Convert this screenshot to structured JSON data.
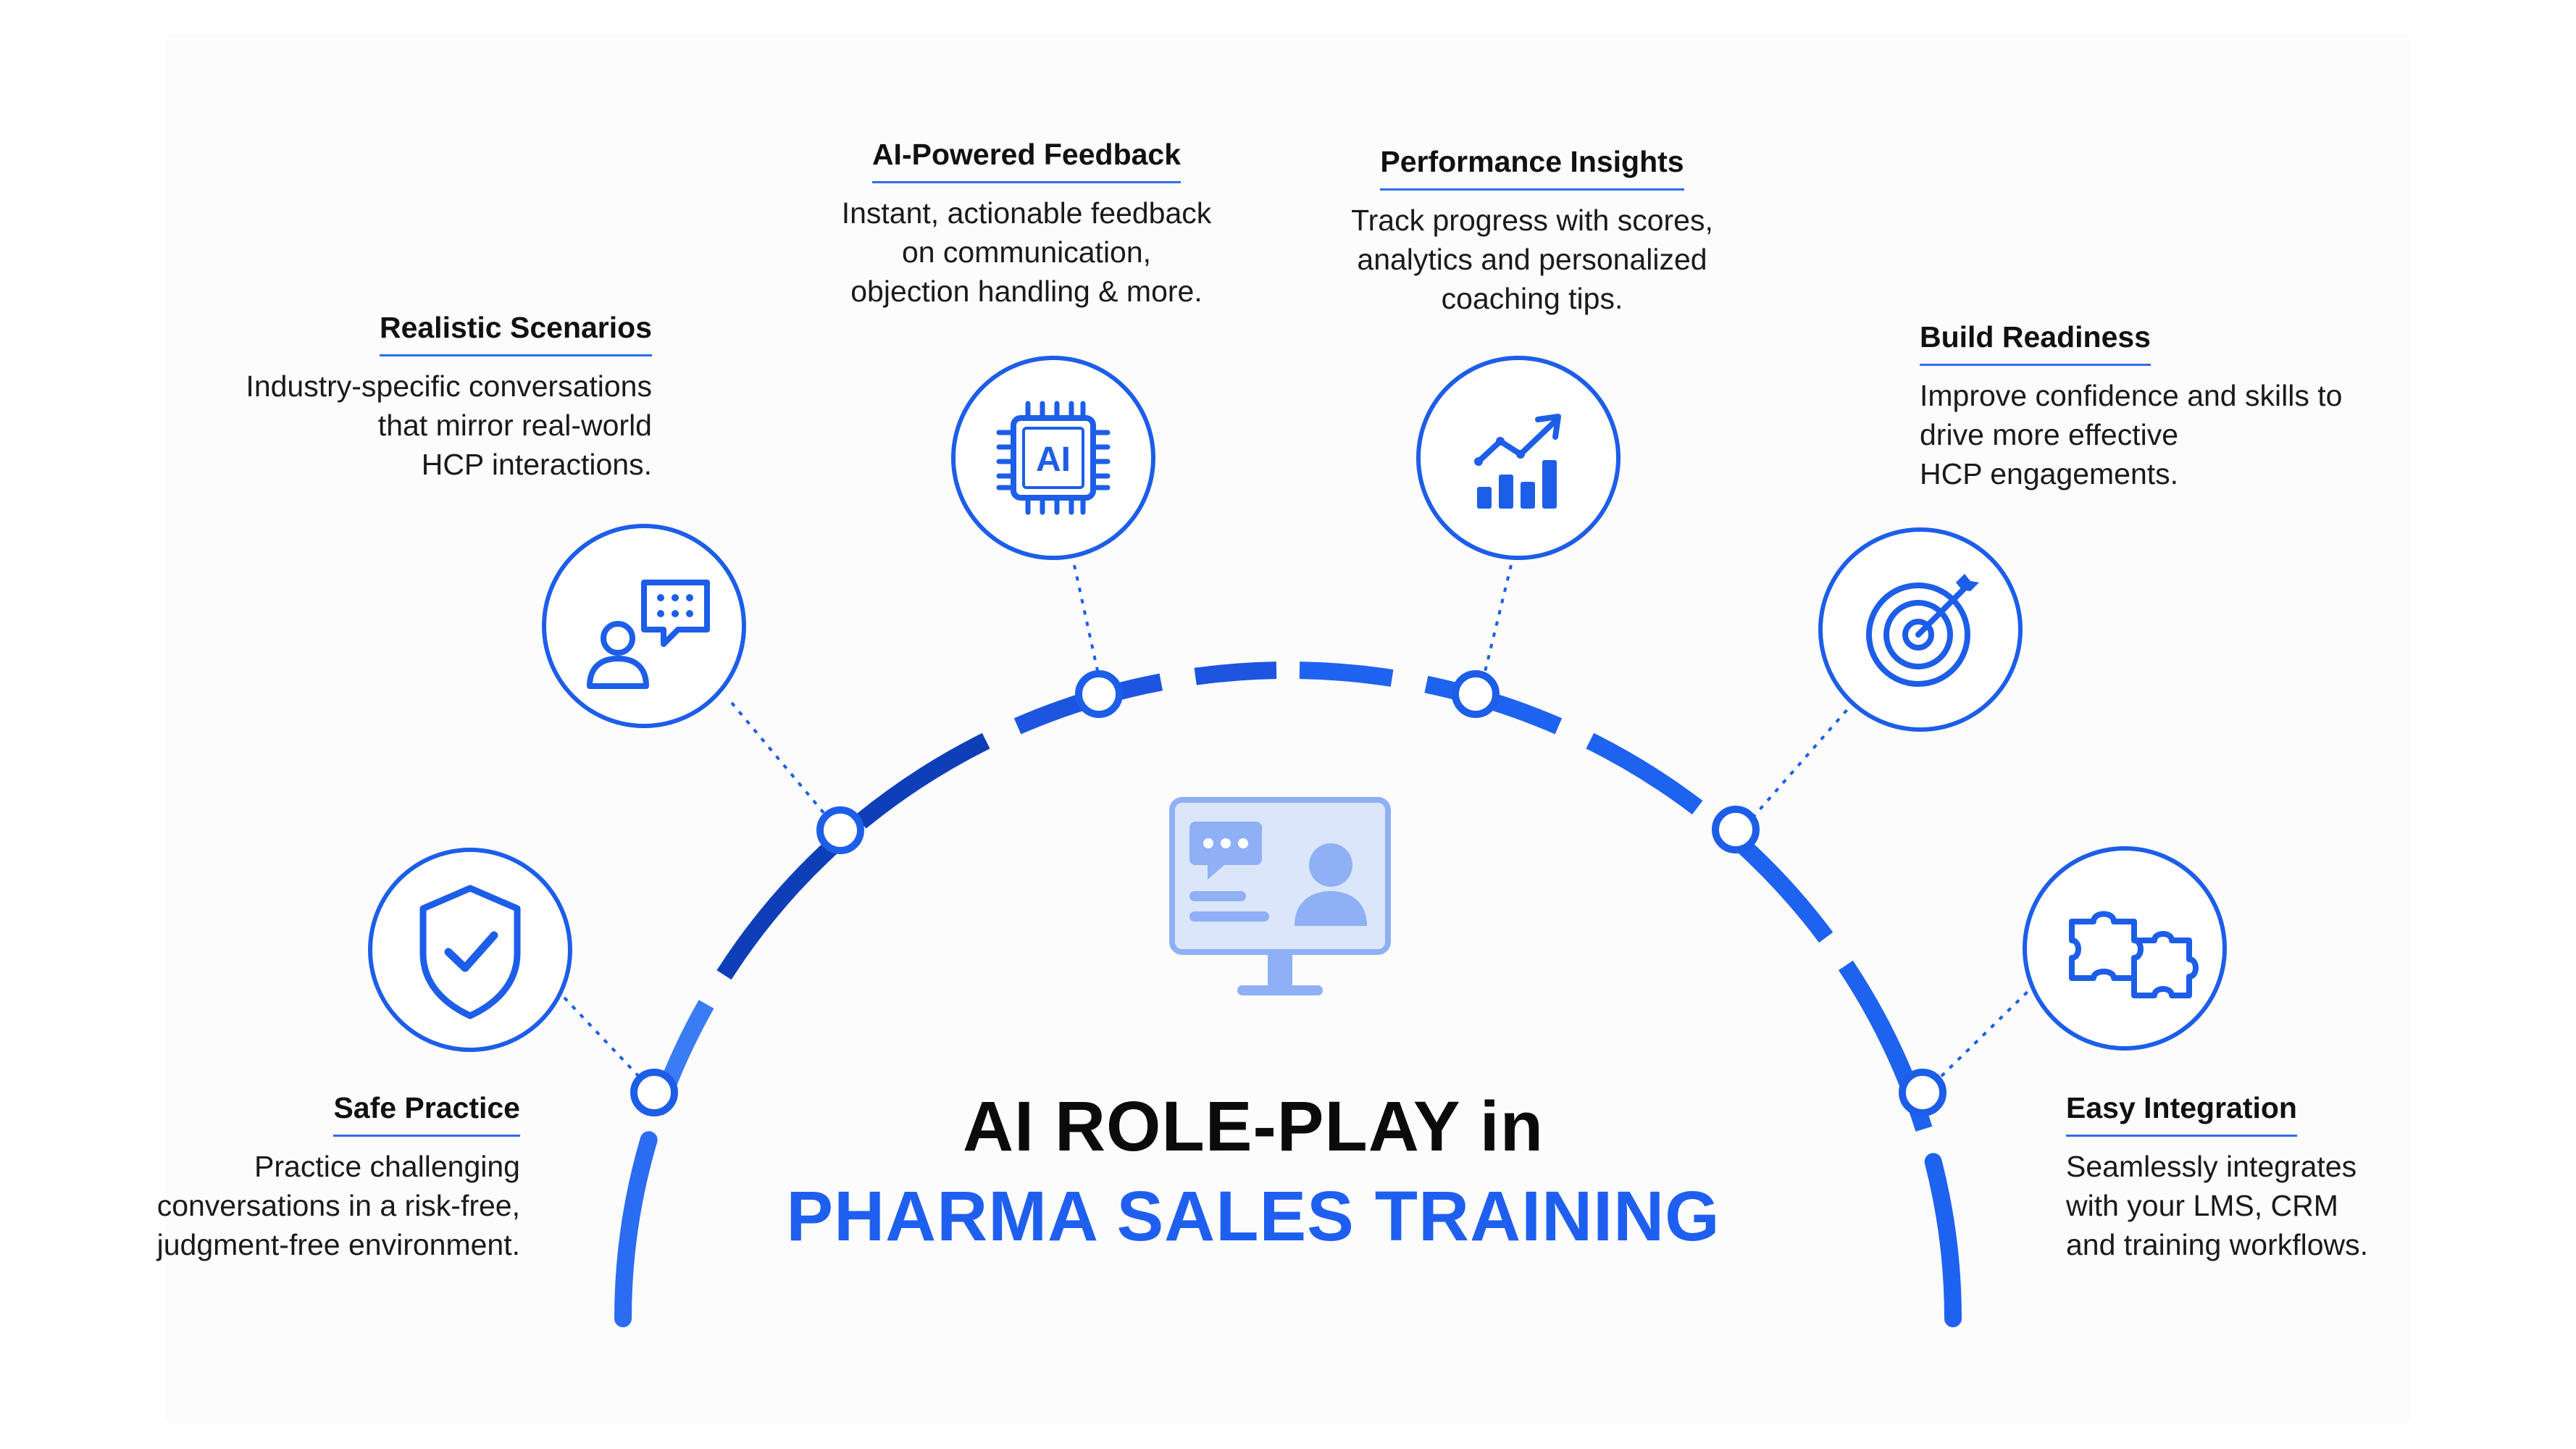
{
  "heading": {
    "line1": "AI ROLE-PLAY in",
    "line2": "PHARMA SALES TRAINING"
  },
  "features": [
    {
      "title": "Safe Practice",
      "desc": [
        "Practice challenging",
        "conversations in a risk-free,",
        "judgment-free environment."
      ],
      "icon": "shield-check-icon"
    },
    {
      "title": "Realistic Scenarios",
      "desc": [
        "Industry-specific conversations",
        "that mirror real-world",
        "HCP interactions."
      ],
      "icon": "person-chat-icon"
    },
    {
      "title": "AI-Powered Feedback",
      "desc": [
        "Instant, actionable feedback",
        "on communication,",
        "objection handling & more."
      ],
      "icon": "ai-chip-icon"
    },
    {
      "title": "Performance Insights",
      "desc": [
        "Track progress with scores,",
        "analytics and personalized",
        "coaching tips."
      ],
      "icon": "bar-chart-trend-icon"
    },
    {
      "title": "Build Readiness",
      "desc": [
        "Improve confidence and skills to",
        "drive more effective",
        "HCP engagements."
      ],
      "icon": "target-arrow-icon"
    },
    {
      "title": "Easy Integration",
      "desc": [
        "Seamlessly integrates",
        "with your LMS, CRM",
        "and training workflows."
      ],
      "icon": "puzzle-icon"
    }
  ],
  "center_icon": "monitor-video-chat-icon",
  "chip_text": "AI",
  "colors": {
    "primary": "#1d5ee8",
    "dark_blue": "#0f3fb8",
    "light_blue": "#8fb0f5",
    "heading_blue": "#1f5ff0"
  }
}
